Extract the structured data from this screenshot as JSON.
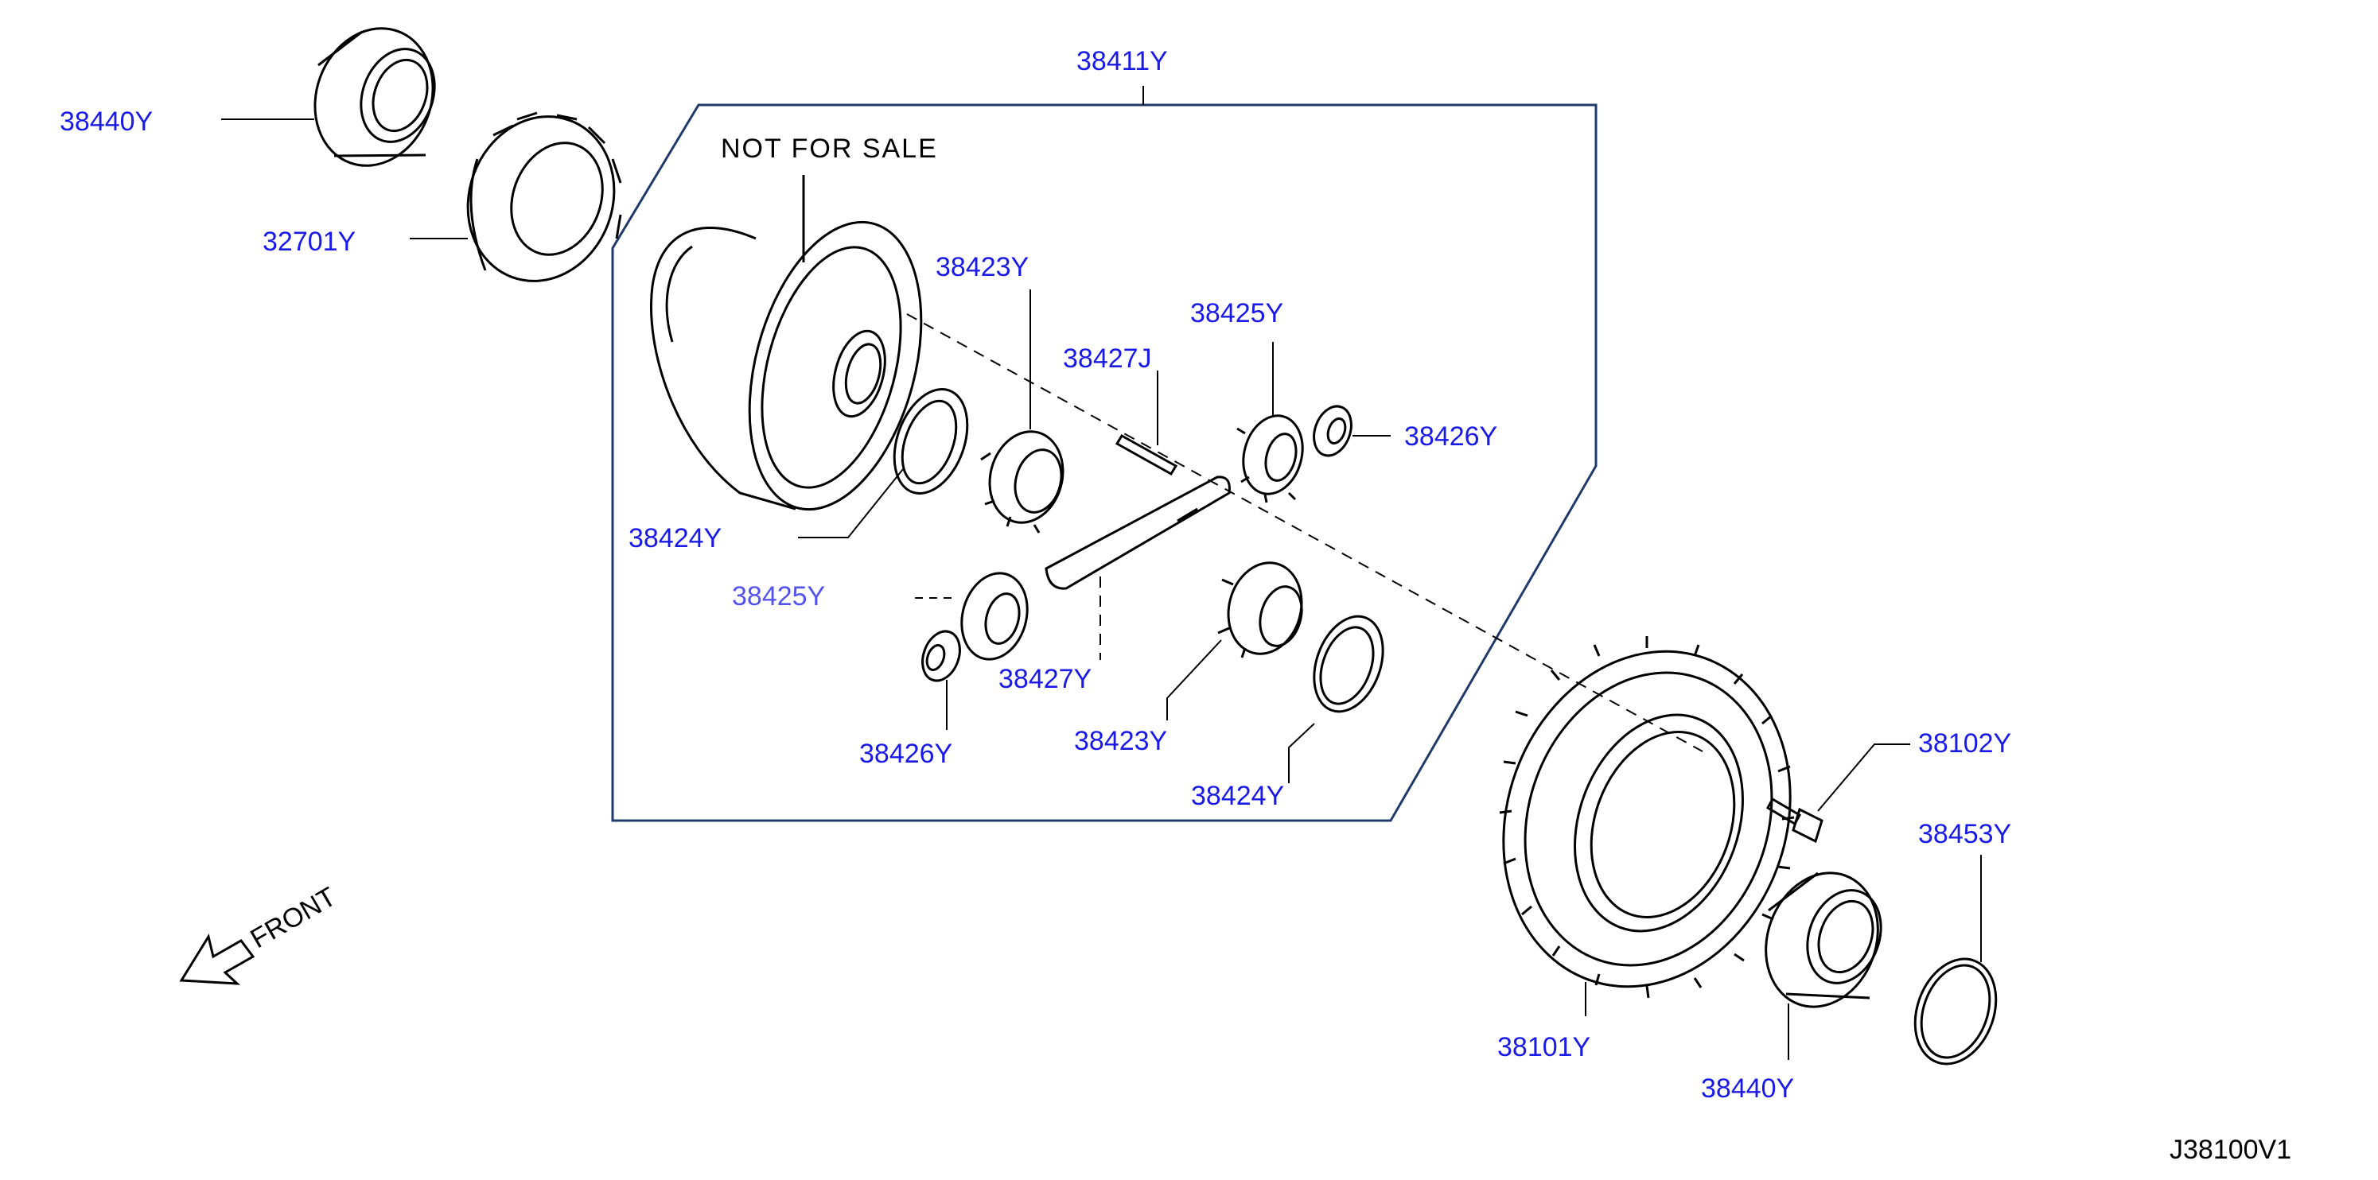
{
  "diagram": {
    "notice": "NOT FOR SALE",
    "direction_label": "FRONT",
    "drawing_code": "J38100V1",
    "callout_color": "#1a1ae6",
    "line_color": "#000000",
    "frame_color": "#1f3a6b",
    "callouts": {
      "bearing_top": "38440Y",
      "gear_top": "32701Y",
      "case_assembly": "38411Y",
      "side_gear_upper": "38423Y",
      "pin_upper": "38427J",
      "pinion_upper": "38425Y",
      "washer_upper_right": "38426Y",
      "thrust_washer_upper": "38424Y",
      "pinion_lower_partial": "38425Y",
      "pin_lower": "38427Y",
      "side_gear_lower": "38423Y",
      "washer_lower": "38426Y",
      "thrust_washer_lower": "38424Y",
      "ring_gear": "38101Y",
      "bolt": "38102Y",
      "seal": "38453Y",
      "bearing_bottom": "38440Y"
    }
  }
}
